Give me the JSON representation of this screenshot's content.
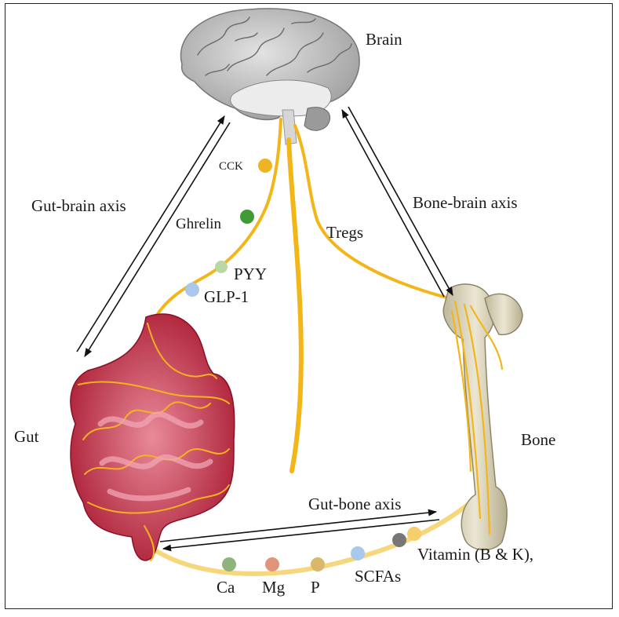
{
  "nodes": {
    "brain": "Brain",
    "gut": "Gut",
    "bone": "Bone"
  },
  "axes": {
    "gut_brain": "Gut-brain axis",
    "bone_brain": "Bone-brain axis",
    "gut_bone": "Gut-bone axis"
  },
  "pathway_labels": {
    "tregs": "Tregs"
  },
  "hormones": [
    {
      "label": "CCK",
      "color": "#f0b323"
    },
    {
      "label": "Ghrelin",
      "color": "#3f9b35"
    },
    {
      "label": "PYY",
      "color": "#b9d8a6"
    },
    {
      "label": "GLP-1",
      "color": "#a9c8ec"
    }
  ],
  "nutrients": [
    {
      "label": "Ca",
      "color": "#8fb37a"
    },
    {
      "label": "Mg",
      "color": "#e0957a"
    },
    {
      "label": "P",
      "color": "#d9b86b"
    },
    {
      "label": "SCFAs",
      "color": "#a9c8ec"
    },
    {
      "label": "",
      "color": "#777777"
    },
    {
      "label": "Vitamin (B & K),",
      "color": "#f7cf6a"
    }
  ],
  "colors": {
    "nerve": "#f2b619",
    "nerve_light": "#f7d77c",
    "gut": "#c22a45",
    "bone": "#d8d2b8",
    "brain": "#b9b9b9"
  }
}
